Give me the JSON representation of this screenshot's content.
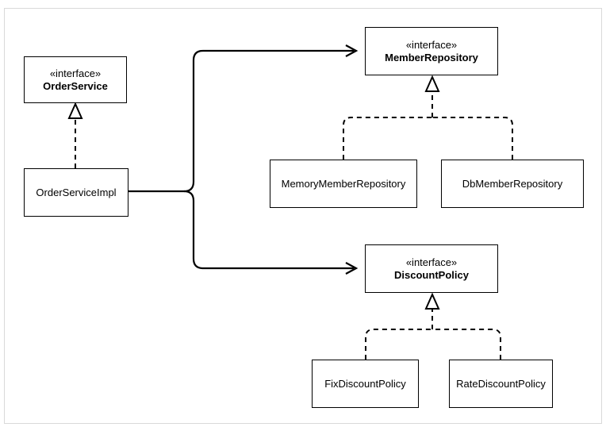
{
  "diagram": {
    "interfaces": {
      "order_service": {
        "stereotype": "«interface»",
        "name": "OrderService"
      },
      "member_repository": {
        "stereotype": "«interface»",
        "name": "MemberRepository"
      },
      "discount_policy": {
        "stereotype": "«interface»",
        "name": "DiscountPolicy"
      }
    },
    "classes": {
      "order_service_impl": "OrderServiceImpl",
      "memory_member_repository": "MemoryMemberRepository",
      "db_member_repository": "DbMemberRepository",
      "fix_discount_policy": "FixDiscountPolicy",
      "rate_discount_policy": "RateDiscountPolicy"
    },
    "line_color": "#000000",
    "frame_border_color": "#d9d9d9"
  }
}
